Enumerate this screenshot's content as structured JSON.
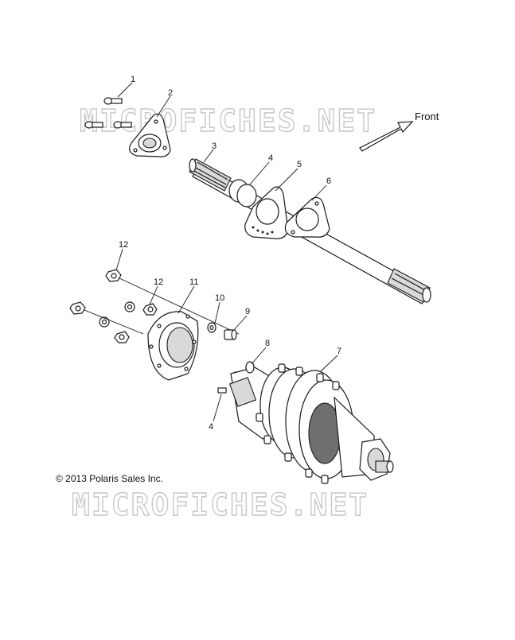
{
  "diagram": {
    "front_label": "Front",
    "copyright": "© 2013 Polaris Sales Inc.",
    "watermark": "MICROFICHES.NET",
    "callouts": [
      "1",
      "2",
      "3",
      "4",
      "5",
      "6",
      "12",
      "12",
      "11",
      "10",
      "9",
      "8",
      "7",
      "4"
    ]
  }
}
